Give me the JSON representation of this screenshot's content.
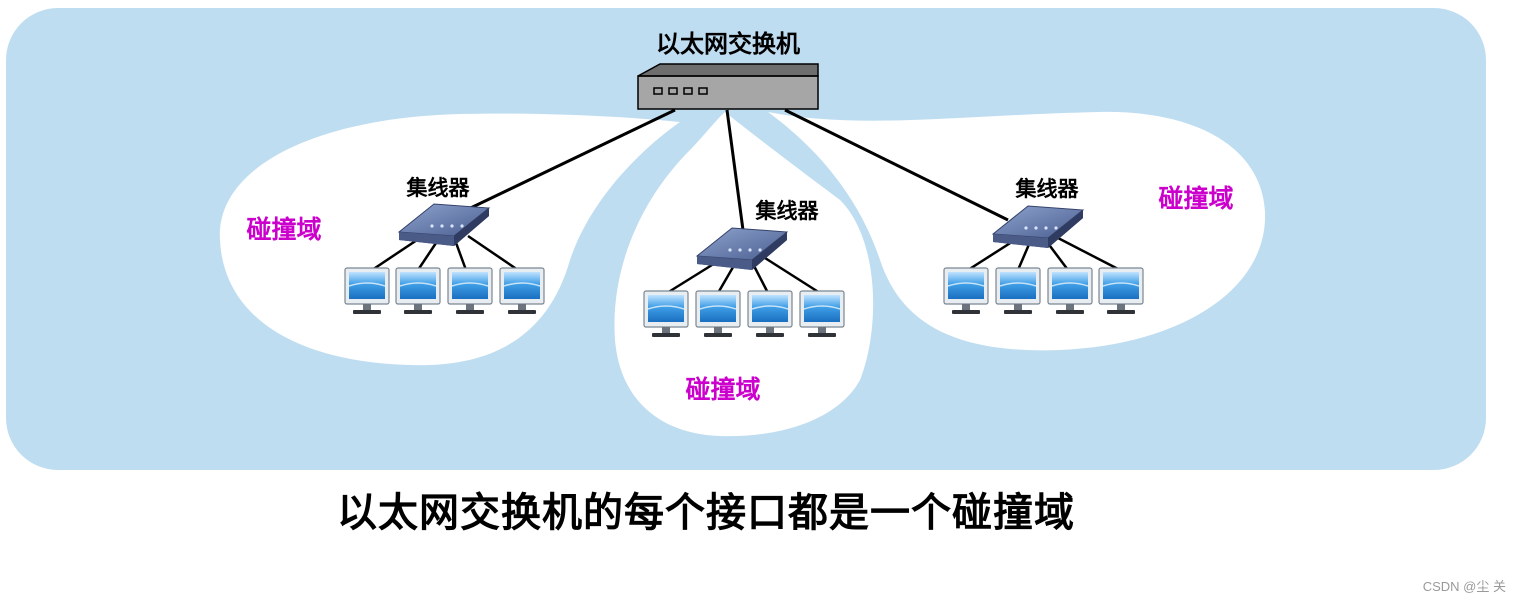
{
  "switch_label": "以太网交换机",
  "hubs": [
    {
      "label": "集线器"
    },
    {
      "label": "集线器"
    },
    {
      "label": "集线器"
    }
  ],
  "domains": [
    {
      "label": "碰撞域"
    },
    {
      "label": "碰撞域"
    },
    {
      "label": "碰撞域"
    }
  ],
  "caption": "以太网交换机的每个接口都是一个碰撞域",
  "watermark": "CSDN @尘  关",
  "colors": {
    "background_panel": "#BFDDF1",
    "domain_bubble": "#FFFFFF",
    "domain_text": "#CC00CC",
    "switch_body": "#A6A6A6",
    "hub_body": "#5E74A6",
    "monitor_screen": "#2F8DDA"
  }
}
